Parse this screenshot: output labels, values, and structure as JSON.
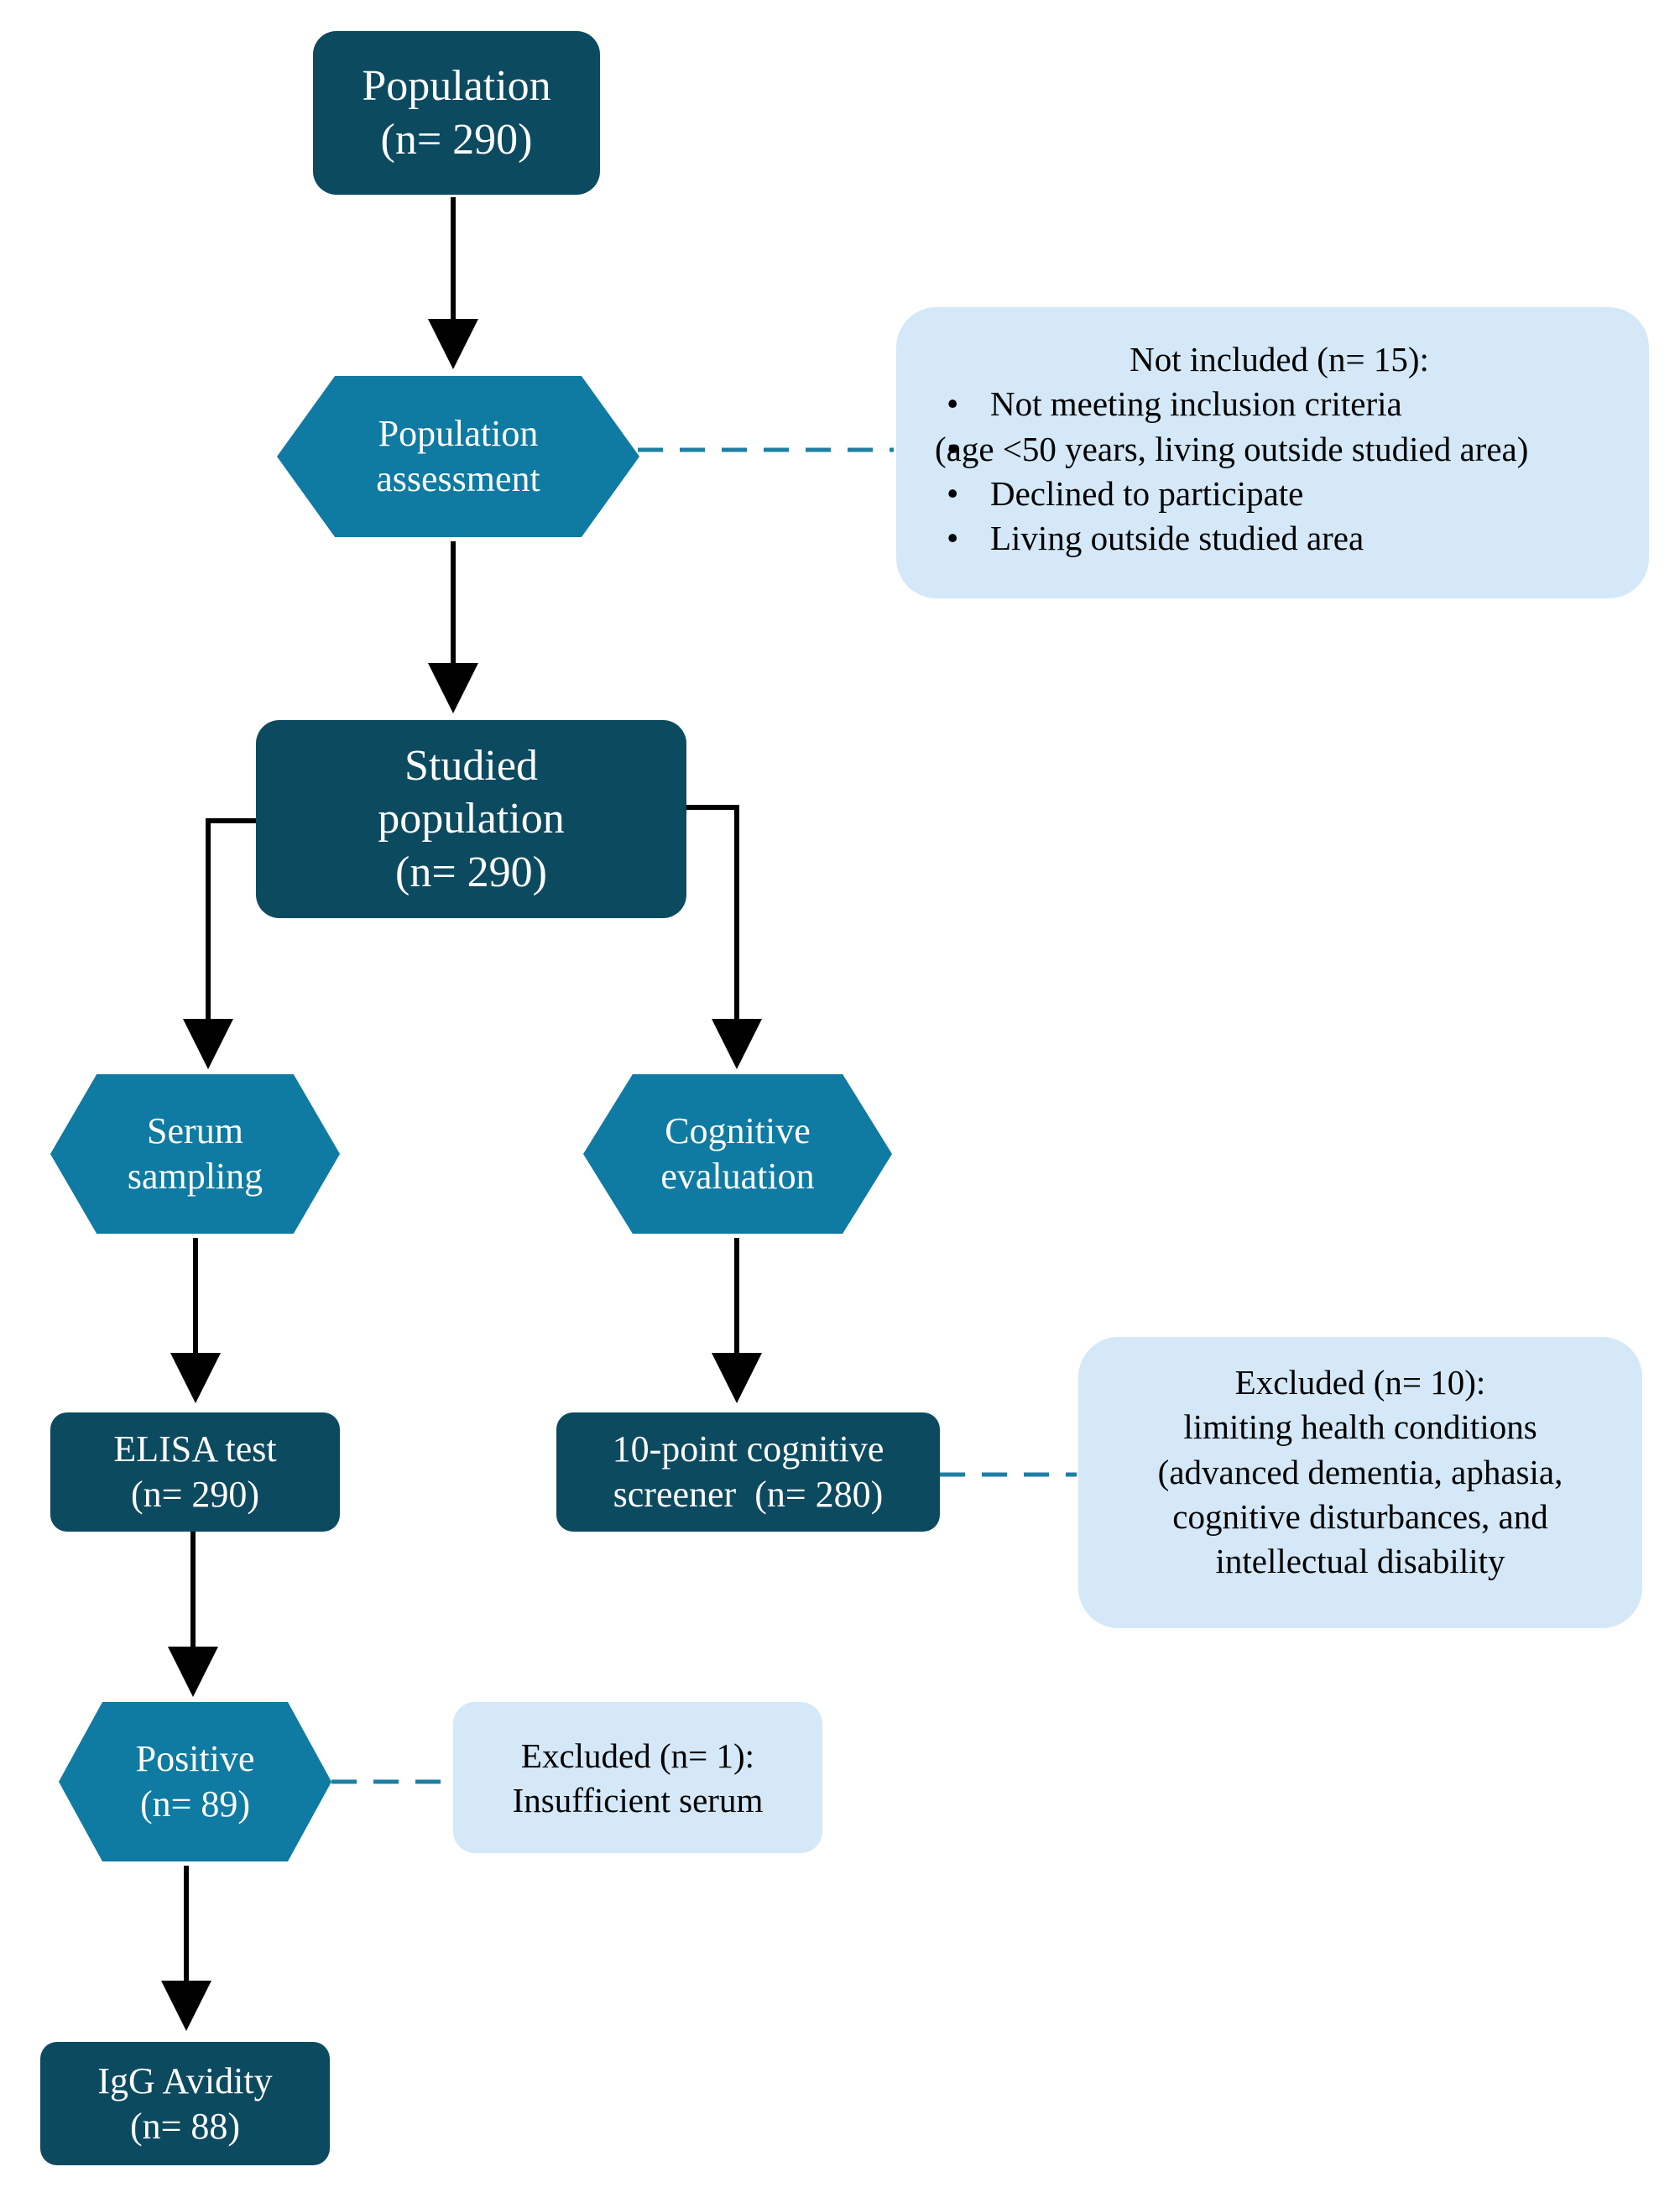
{
  "nodes": {
    "population": {
      "line1": "Population",
      "line2": "(n= 290)"
    },
    "population_assessment": {
      "line1": "Population",
      "line2": "assessment"
    },
    "studied_population": {
      "line1": "Studied",
      "line2": "population",
      "line3": "(n= 290)"
    },
    "serum_sampling": {
      "line1": "Serum",
      "line2": "sampling"
    },
    "cognitive_evaluation": {
      "line1": "Cognitive",
      "line2": "evaluation"
    },
    "elisa_test": {
      "line1": "ELISA test",
      "line2": "(n= 290)"
    },
    "cognitive_screener": {
      "line1": "10-point cognitive",
      "line2": "screener  (n= 280)"
    },
    "positive": {
      "line1": "Positive",
      "line2": "(n= 89)"
    },
    "igg_avidity": {
      "line1": "IgG Avidity",
      "line2": "(n= 88)"
    }
  },
  "notes": {
    "not_included": {
      "title": "Not included (n= 15):",
      "bullet1": "Not meeting inclusion criteria",
      "bullet1_detail": "(age <50 years, living outside studied area)",
      "bullet2": "Declined to participate",
      "bullet3": "Living outside studied area"
    },
    "excluded_cognitive": {
      "line1": "Excluded (n= 10):",
      "line2": "limiting health conditions",
      "line3": "(advanced dementia, aphasia,",
      "line4": "cognitive disturbances, and",
      "line5": "intellectual disability"
    },
    "excluded_serum": {
      "line1": "Excluded (n= 1):",
      "line2": "Insufficient serum"
    }
  },
  "colors": {
    "dark_box": "#0c4a60",
    "hexagon": "#0f7aa2",
    "note_box": "#d4e8f7",
    "dashed_connector": "#1f7ea3",
    "arrow": "#000000"
  }
}
